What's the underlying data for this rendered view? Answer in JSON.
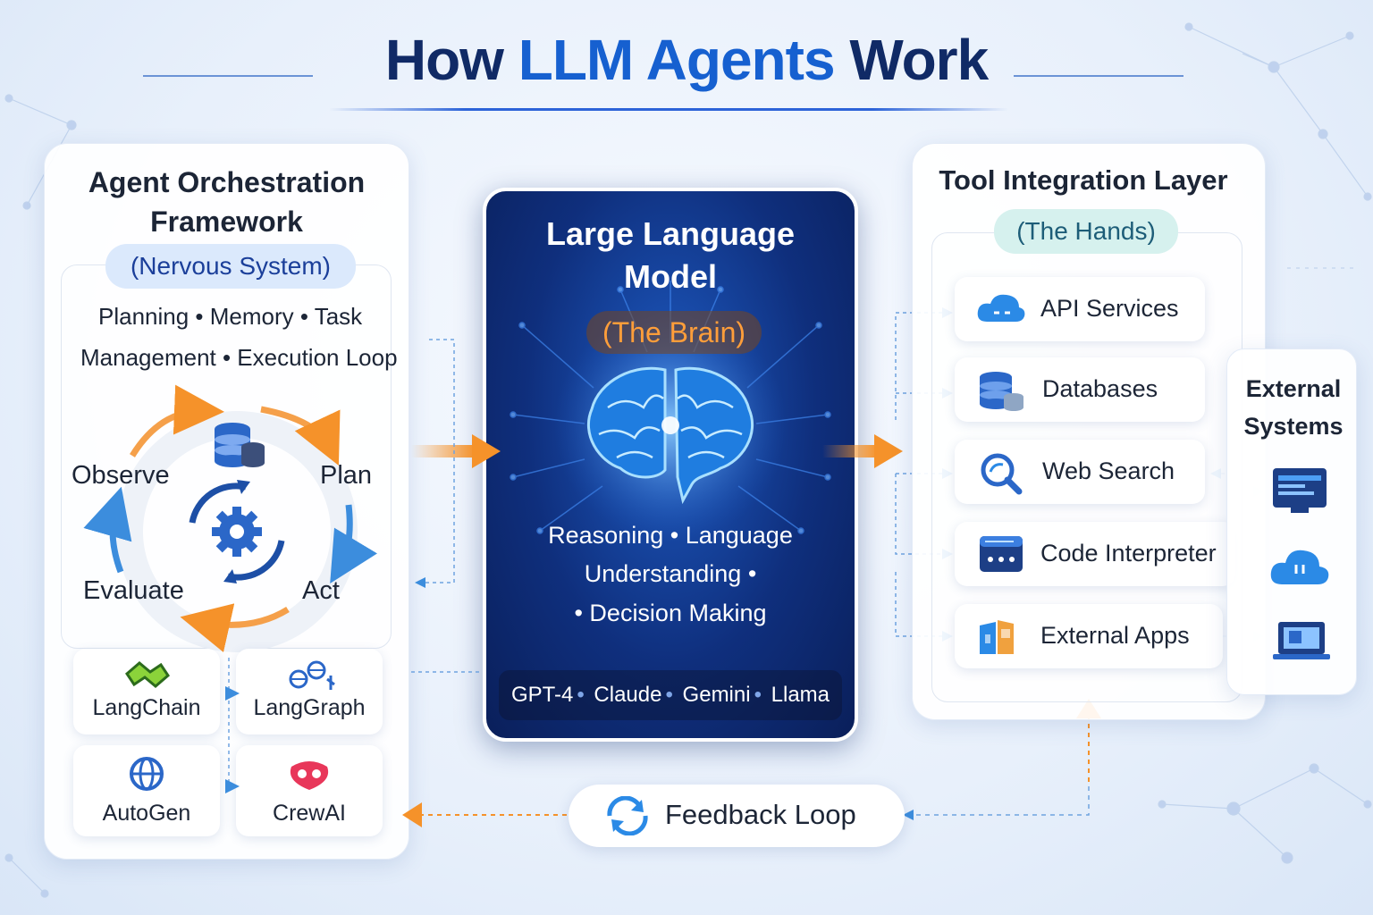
{
  "title": {
    "part1": "How ",
    "part2": "LLM Agents",
    "part3": " Work"
  },
  "orchestration": {
    "heading_line1": "Agent Orchestration",
    "heading_line2": "Framework",
    "subtitle": "(Nervous System)",
    "features_line1": "Planning • Memory • Task",
    "features_line2": "Management • Execution Loop",
    "cycle": {
      "observe": "Observe",
      "plan": "Plan",
      "act": "Act",
      "evaluate": "Evaluate"
    },
    "frameworks": [
      "LangChain",
      "LangGraph",
      "AutoGen",
      "CrewAI"
    ]
  },
  "llm": {
    "title_line1": "Large Language",
    "title_line2": "Model",
    "subtitle": "(The Brain)",
    "caps_line1": "Reasoning • Language",
    "caps_line2": "Understanding •",
    "caps_line3": "• Decision Making",
    "models": [
      "GPT-4",
      "Claude",
      "Gemini",
      "Llama"
    ]
  },
  "tools": {
    "heading": "Tool Integration Layer",
    "subtitle": "(The Hands)",
    "items": [
      "API Services",
      "Databases",
      "Web Search",
      "Code Interpreter",
      "External Apps"
    ]
  },
  "external": {
    "line1": "External",
    "line2": "Systems"
  },
  "feedback": {
    "label": "Feedback Loop"
  },
  "colors": {
    "navy": "#102a66",
    "accent_blue": "#1660d0",
    "orange": "#f5922a",
    "teal_pill": "#d6f1ee"
  }
}
